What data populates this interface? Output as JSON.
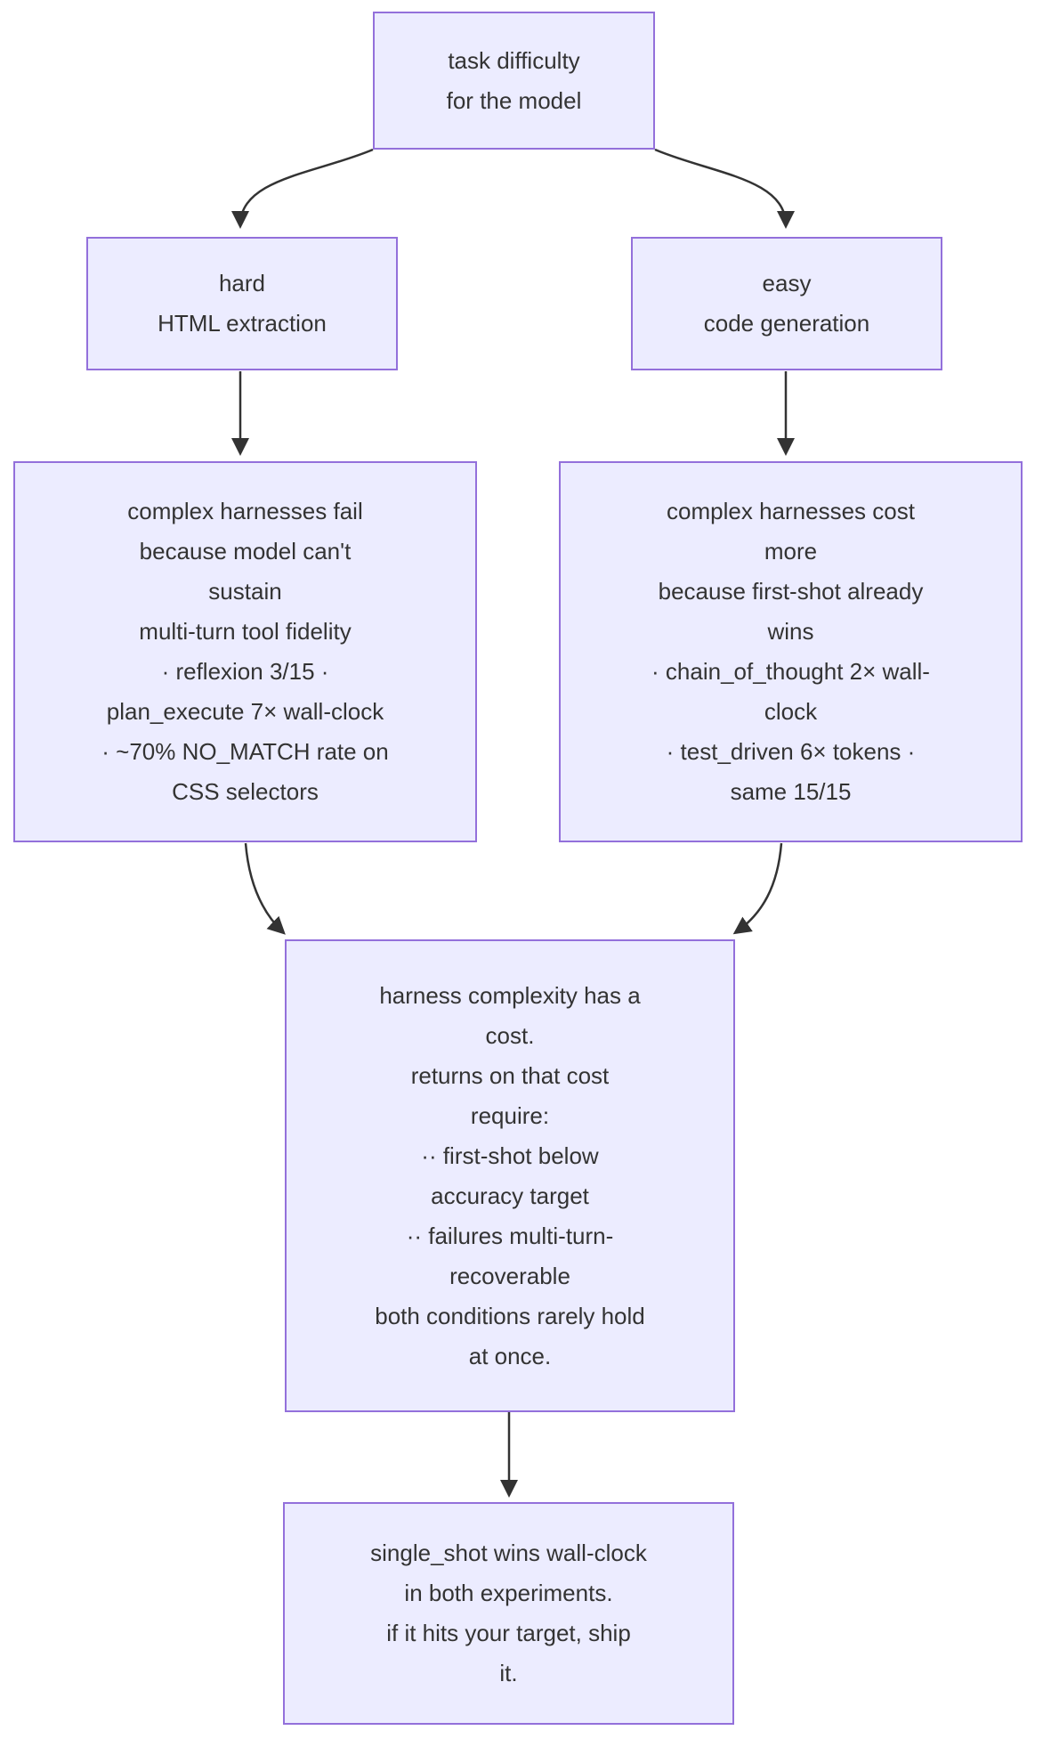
{
  "diagram": {
    "type": "flowchart",
    "direction": "top-down"
  },
  "colors": {
    "background": "#ffffff",
    "node_fill": "#ECECFF",
    "node_border": "#9370DB",
    "text": "#333333",
    "arrow": "#333333"
  },
  "nodes": {
    "root": {
      "id": "root",
      "lines": [
        "task difficulty",
        "for the model"
      ]
    },
    "hard": {
      "id": "hard",
      "lines": [
        "hard",
        "HTML extraction"
      ]
    },
    "easy": {
      "id": "easy",
      "lines": [
        "easy",
        "code generation"
      ]
    },
    "hard_detail": {
      "id": "hard_detail",
      "lines": [
        "complex harnesses fail",
        "because model can't",
        "sustain",
        "multi-turn tool fidelity",
        "· reflexion 3/15 ·",
        "plan_execute 7× wall-clock",
        "· ~70% NO_MATCH rate on",
        "CSS selectors"
      ]
    },
    "easy_detail": {
      "id": "easy_detail",
      "lines": [
        "complex harnesses cost",
        "more",
        "because first-shot already",
        "wins",
        "· chain_of_thought 2× wall-",
        "clock",
        "· test_driven 6× tokens ·",
        "same 15/15"
      ]
    },
    "synthesis": {
      "id": "synthesis",
      "lines": [
        "harness complexity has a",
        "cost.",
        "returns on that cost",
        "require:",
        "·· first-shot below",
        "accuracy target",
        "·· failures multi-turn-",
        "recoverable",
        "both conditions rarely hold",
        "at once."
      ]
    },
    "conclusion": {
      "id": "conclusion",
      "lines": [
        "single_shot wins wall-clock",
        "in both experiments.",
        "if it hits your target, ship",
        "it."
      ]
    }
  },
  "edges": [
    {
      "from": "root",
      "to": "hard"
    },
    {
      "from": "root",
      "to": "easy"
    },
    {
      "from": "hard",
      "to": "hard_detail"
    },
    {
      "from": "easy",
      "to": "easy_detail"
    },
    {
      "from": "hard_detail",
      "to": "synthesis"
    },
    {
      "from": "easy_detail",
      "to": "synthesis"
    },
    {
      "from": "synthesis",
      "to": "conclusion"
    }
  ]
}
